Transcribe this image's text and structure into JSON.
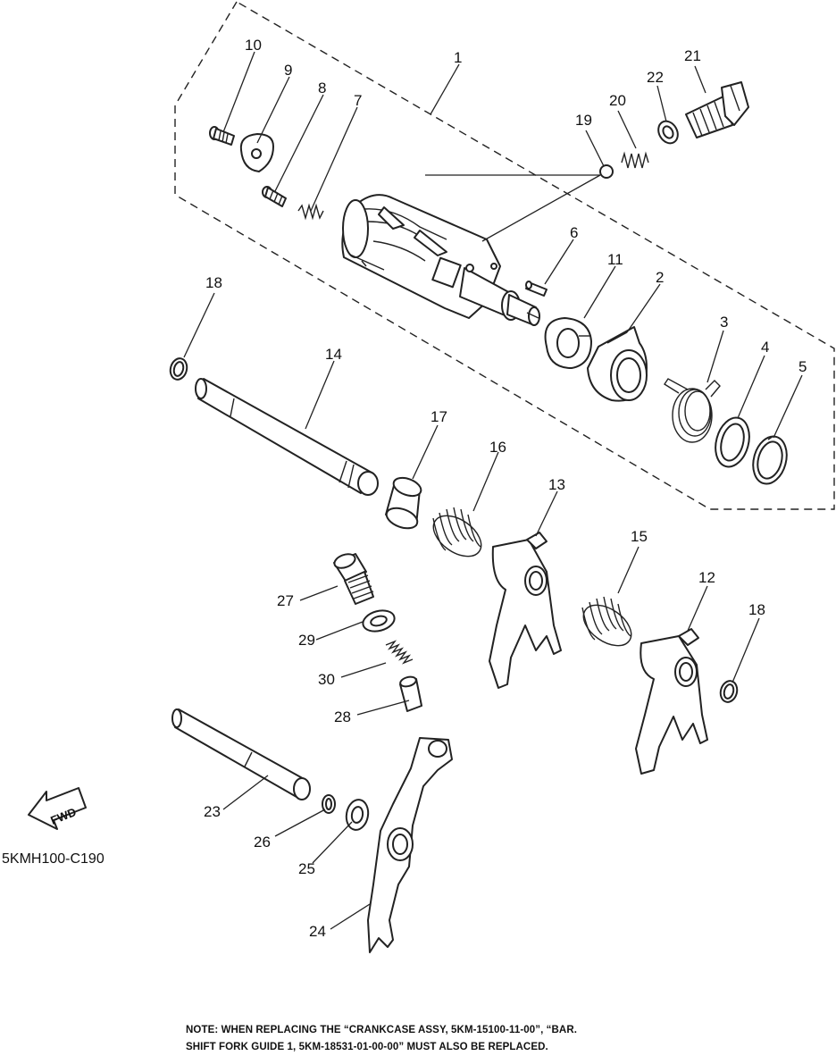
{
  "callouts": [
    "1",
    "2",
    "3",
    "4",
    "5",
    "6",
    "7",
    "8",
    "9",
    "10",
    "11",
    "12",
    "13",
    "14",
    "15",
    "16",
    "17",
    "18",
    "19",
    "20",
    "21",
    "22",
    "23",
    "24",
    "25",
    "26",
    "27",
    "28",
    "29",
    "30",
    "18"
  ],
  "fwd_label": "FWD",
  "diagram_code": "5KMH100-C190",
  "note": {
    "line1": "NOTE: WHEN REPLACING THE “CRANKCASE ASSY, 5KM-15100-11-00”, “BAR.",
    "line2": "SHIFT FORK GUIDE 1, 5KM-18531-01-00-00” MUST ALSO BE REPLACED."
  }
}
